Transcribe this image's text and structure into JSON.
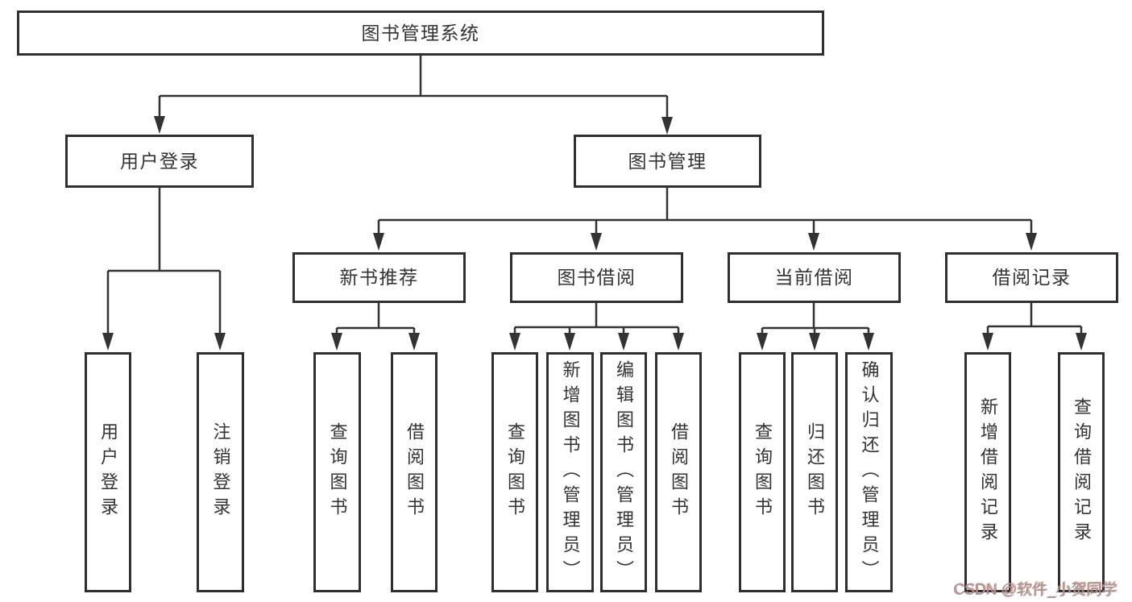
{
  "tree": {
    "label": "图书管理系统",
    "children": [
      {
        "label": "用户登录",
        "children": [
          {
            "label": "用户登录"
          },
          {
            "label": "注销登录"
          }
        ]
      },
      {
        "label": "图书管理",
        "children": [
          {
            "label": "新书推荐",
            "children": [
              {
                "label": "查询图书"
              },
              {
                "label": "借阅图书"
              }
            ]
          },
          {
            "label": "图书借阅",
            "children": [
              {
                "label": "查询图书"
              },
              {
                "label": "新增图书（管理员）"
              },
              {
                "label": "编辑图书（管理员）"
              },
              {
                "label": "借阅图书"
              }
            ]
          },
          {
            "label": "当前借阅",
            "children": [
              {
                "label": "查询图书"
              },
              {
                "label": "归还图书"
              },
              {
                "label": "确认归还（管理员）"
              }
            ]
          },
          {
            "label": "借阅记录",
            "children": [
              {
                "label": "新增借阅记录"
              },
              {
                "label": "查询借阅记录"
              }
            ]
          }
        ]
      }
    ]
  },
  "watermark": "CSDN @软件_小贺同学",
  "colors": {
    "line": "#333333",
    "box_border": "#2f2f2f",
    "text": "#333333",
    "background": "#ffffff",
    "watermark": "#9b9b9b"
  }
}
